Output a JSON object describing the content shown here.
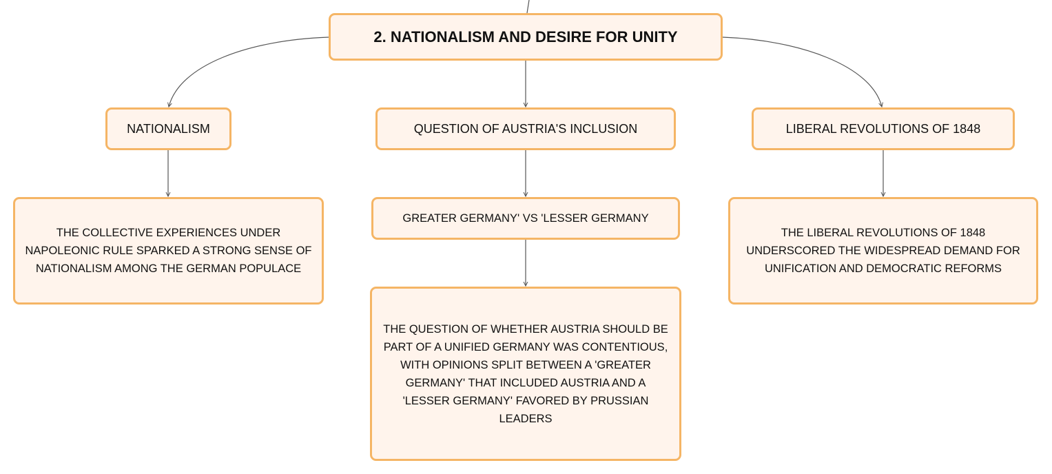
{
  "diagram": {
    "root": {
      "label": "2. NATIONALISM AND DESIRE FOR UNITY"
    },
    "branches": [
      {
        "label": "NATIONALISM",
        "children": [
          {
            "label": "THE COLLECTIVE EXPERIENCES UNDER NAPOLEONIC RULE SPARKED A STRONG SENSE OF NATIONALISM AMONG THE GERMAN POPULACE"
          }
        ]
      },
      {
        "label": "QUESTION OF AUSTRIA'S INCLUSION",
        "children": [
          {
            "label": "GREATER GERMANY' VS 'LESSER GERMANY"
          },
          {
            "label": "THE QUESTION OF WHETHER AUSTRIA SHOULD BE PART OF A UNIFIED GERMANY WAS CONTENTIOUS, WITH OPINIONS SPLIT BETWEEN A 'GREATER GERMANY' THAT INCLUDED AUSTRIA AND A 'LESSER GERMANY' FAVORED BY PRUSSIAN LEADERS"
          }
        ]
      },
      {
        "label": "LIBERAL REVOLUTIONS OF 1848",
        "children": [
          {
            "label": "THE LIBERAL REVOLUTIONS OF 1848 UNDERSCORED THE WIDESPREAD DEMAND FOR UNIFICATION AND DEMOCRATIC REFORMS"
          }
        ]
      }
    ]
  },
  "colors": {
    "node_fill": "#fff4ec",
    "node_border": "#f5b565",
    "connector": "#555555",
    "text": "#111111"
  }
}
